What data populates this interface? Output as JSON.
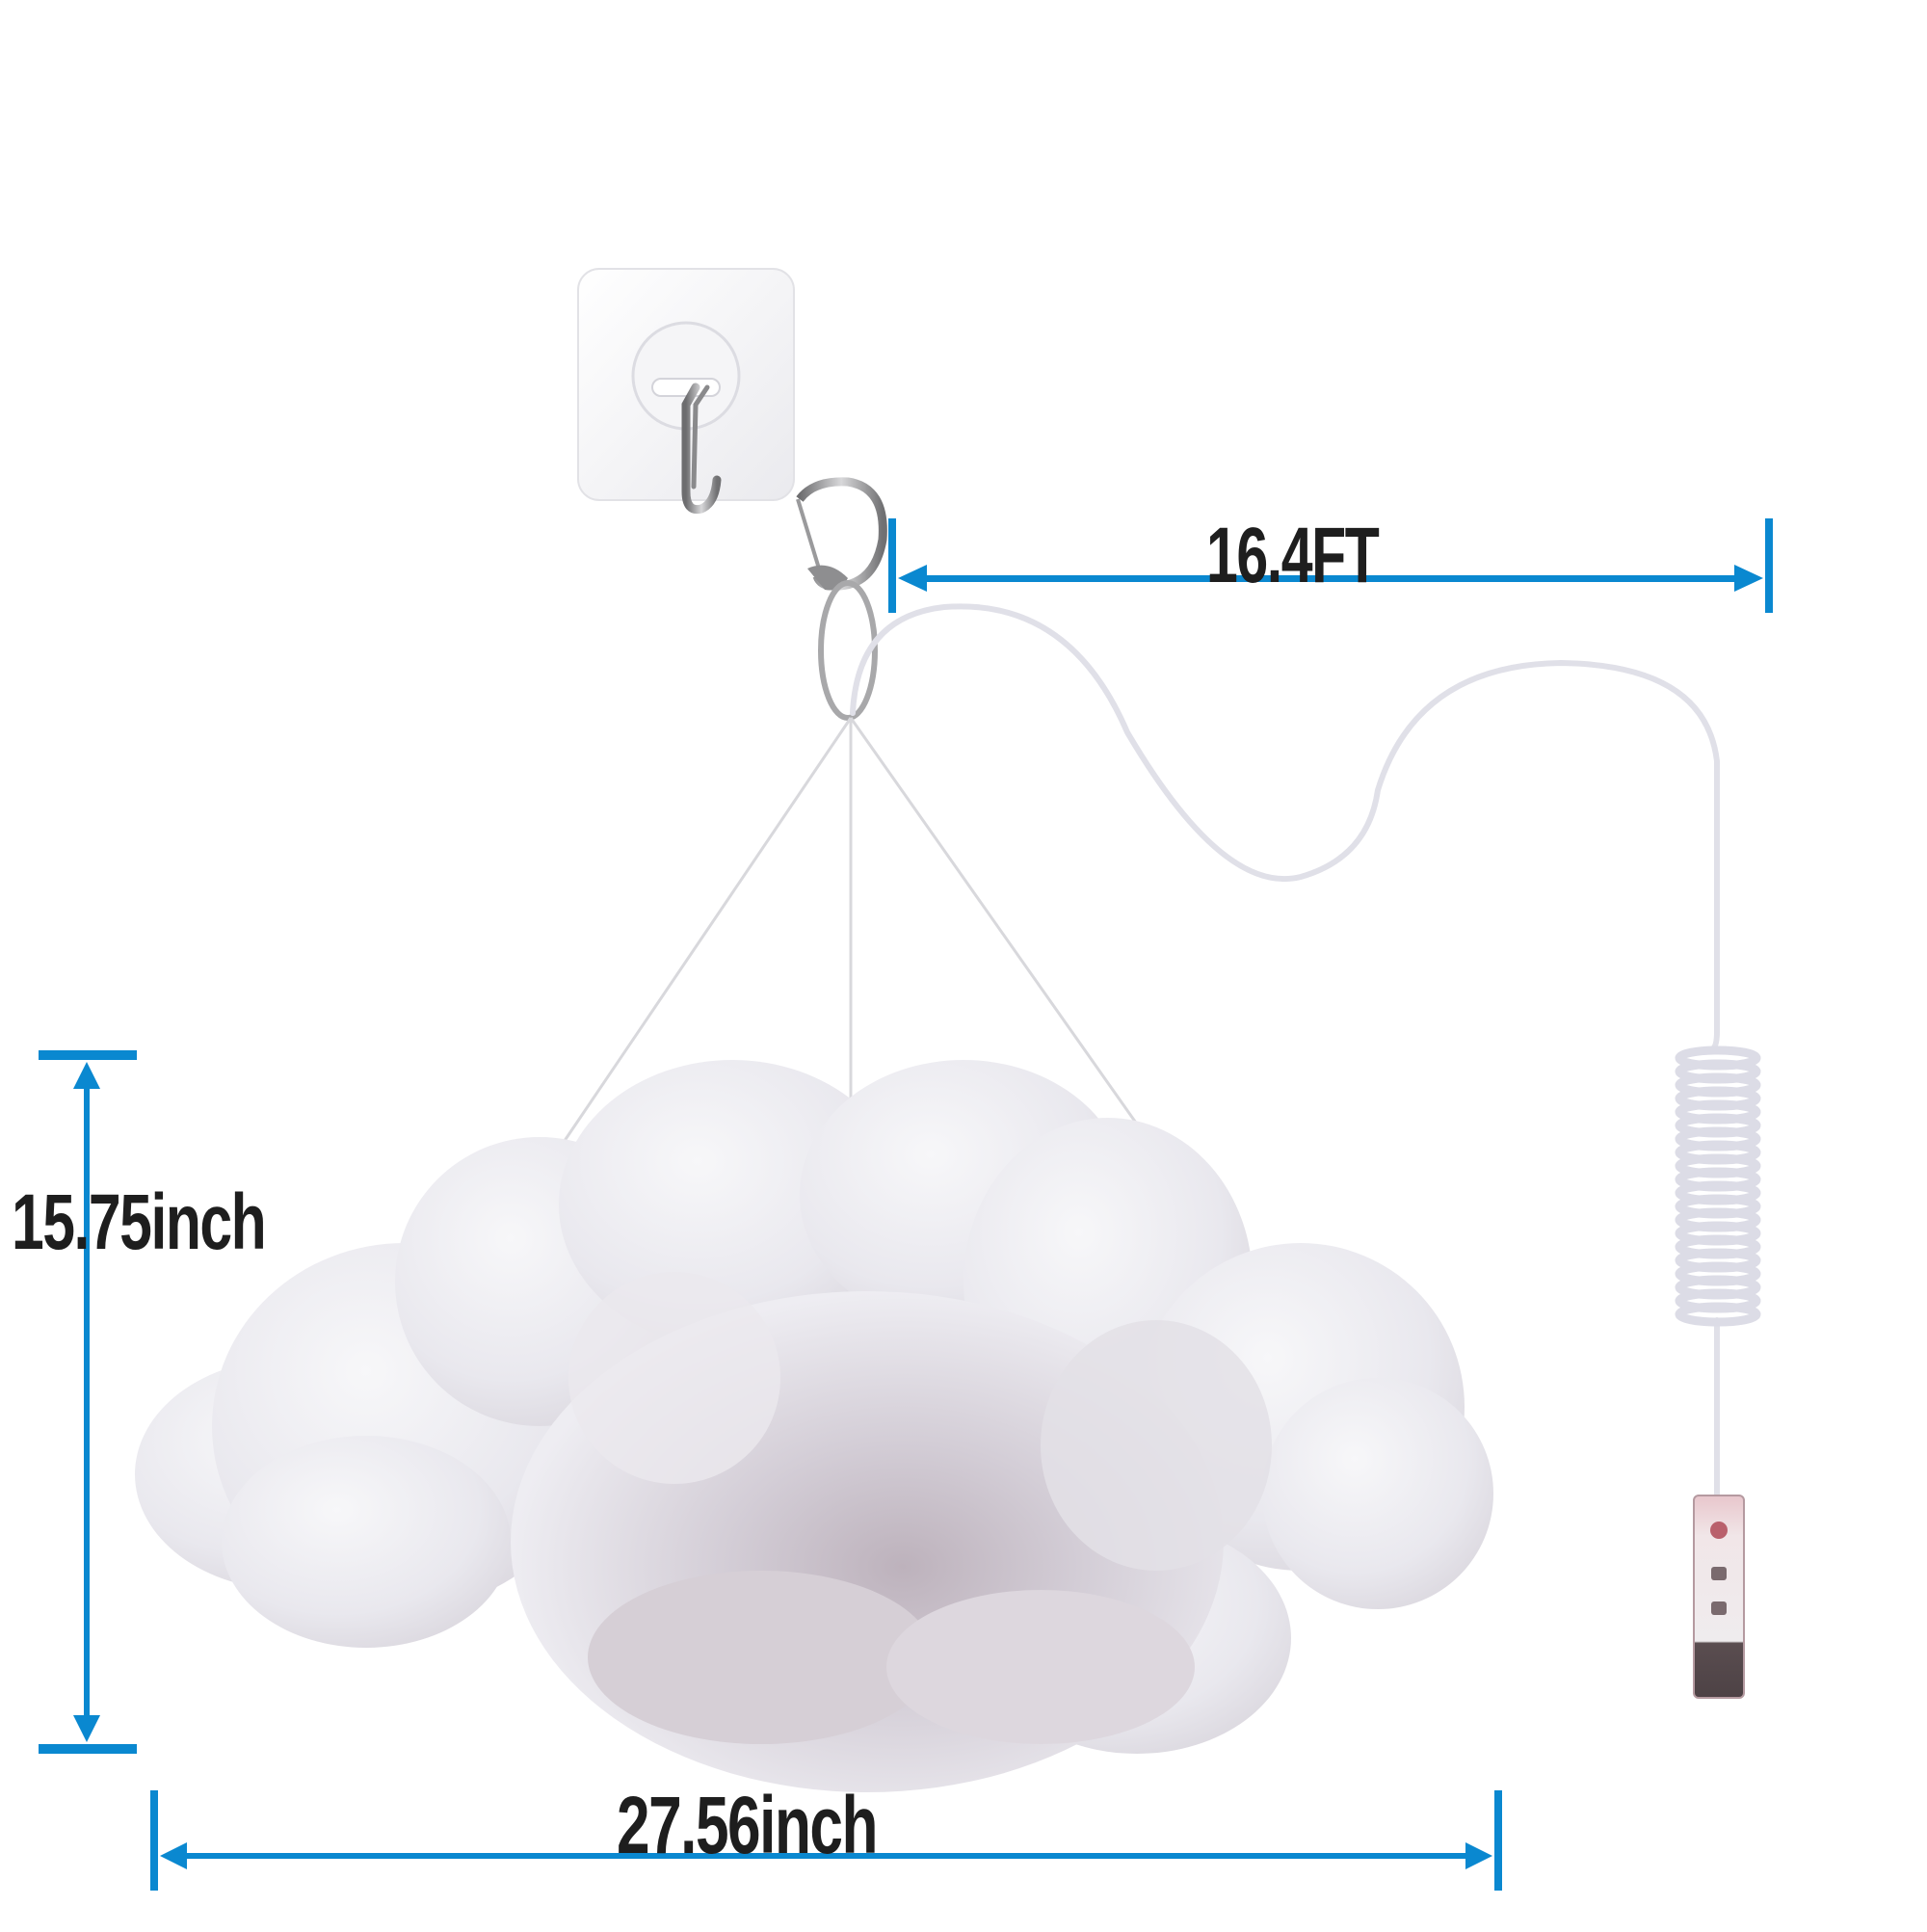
{
  "product": {
    "name": "Cloud light",
    "parts": [
      "adhesive-hook",
      "carabiner-clip",
      "key-ring",
      "suspension-strings",
      "cloud-lamp",
      "power-cord",
      "coiled-cord",
      "usb-controller"
    ]
  },
  "dimensions": {
    "cord_length": "16.4FT",
    "height": "15.75inch",
    "width": "27.56inch"
  },
  "colors": {
    "dimension_line": "#0a88d0",
    "label_text": "#1e1e1e",
    "cloud_base": "#f2f1f4",
    "cloud_shadow": "#c8bfc8",
    "cord": "#dcdce6",
    "background": "#ffffff"
  }
}
